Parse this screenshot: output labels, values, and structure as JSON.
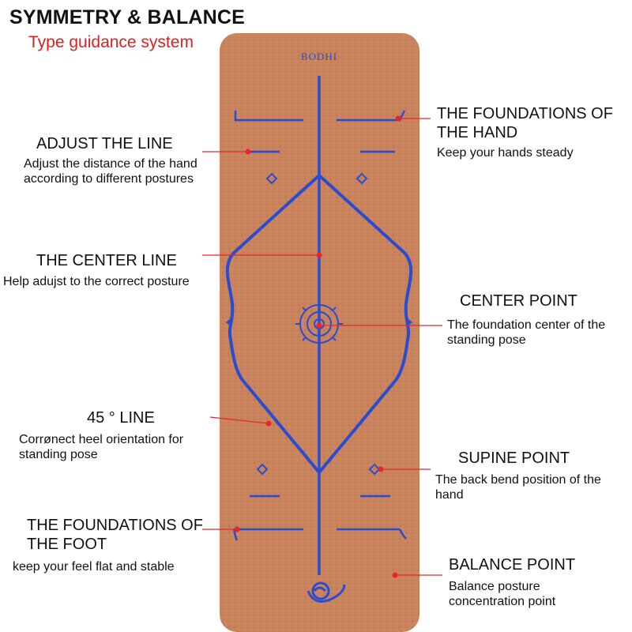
{
  "header": {
    "title": "SYMMETRY & BALANCE",
    "subtitle": "Type guidance system"
  },
  "mat": {
    "brand": "BODHI",
    "colors": {
      "cork": "#c8825c",
      "line": "#2a4ccf",
      "pointer": "#e8262a"
    }
  },
  "callouts": {
    "adjust_line": {
      "heading": "ADJUST THE LINE",
      "desc": "Adjust the distance of the hand according to different postures"
    },
    "center_line": {
      "heading": "THE CENTER LINE",
      "desc": "Help adujst to the correct posture"
    },
    "line_45": {
      "heading": "45 ° LINE",
      "desc": "Corrønect heel orientation for standing pose"
    },
    "foundations_foot": {
      "heading": "THE FOUNDATIONS OF THE FOOT",
      "desc": "keep your feel flat and stable"
    },
    "foundations_hand": {
      "heading": "THE FOUNDATIONS OF THE HAND",
      "desc": "Keep your hands steady"
    },
    "center_point": {
      "heading": "CENTER POINT",
      "desc": "The foundation center of the standing pose"
    },
    "supine_point": {
      "heading": "SUPINE POINT",
      "desc": "The back bend position of the hand"
    },
    "balance_point": {
      "heading": "BALANCE POINT",
      "desc": "Balance posture concentration point"
    }
  }
}
